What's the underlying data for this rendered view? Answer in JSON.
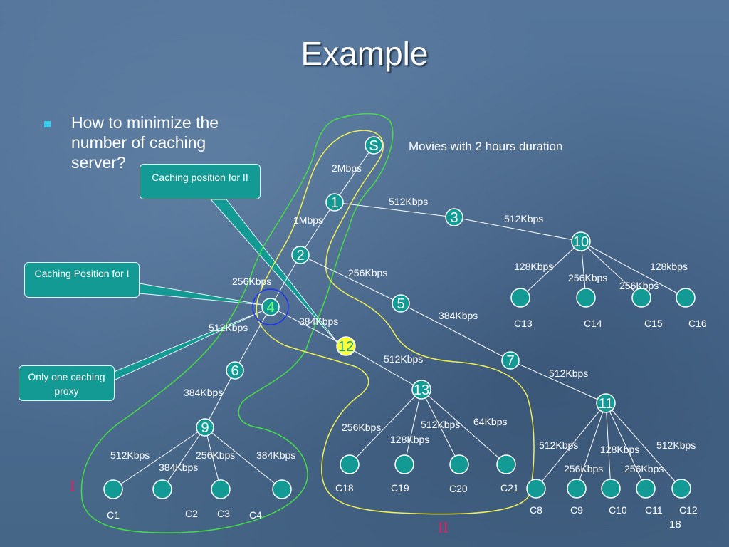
{
  "title": "Example",
  "bullet": "How to minimize the number of caching server?",
  "note": "Movies with 2 hours duration",
  "slide_number": "18",
  "groups": {
    "one": "I",
    "two": "II"
  },
  "callouts": {
    "position_ii": "Caching position for II",
    "position_i": "Caching Position for I",
    "one_proxy": "Only one caching proxy"
  },
  "colors": {
    "node_fill": "#149a94",
    "highlight_node": "#ffff33",
    "group_one_outline": "#44dd44",
    "group_two_outline": "#eeee55",
    "ring": "#2233ee",
    "callout": "#149a94"
  },
  "nodes": {
    "S": "S",
    "n1": "1",
    "n2": "2",
    "n3": "3",
    "n4": "4",
    "n5": "5",
    "n6": "6",
    "n7": "7",
    "n9": "9",
    "n10": "10",
    "n11": "11",
    "n12": "12",
    "n13": "13"
  },
  "clients": {
    "C1": "C1",
    "C2": "C2",
    "C3": "C3",
    "C4": "C4",
    "C8": "C8",
    "C9": "C9",
    "C10": "C10",
    "C11": "C11",
    "C12": "C12",
    "C13": "C13",
    "C14": "C14",
    "C15": "C15",
    "C16": "C16",
    "C18": "C18",
    "C19": "C19",
    "C20": "C20",
    "C21": "C21"
  },
  "links": {
    "s_1": "2Mbps",
    "n1_n2": "1Mbps",
    "n1_n3": "512Kbps",
    "n3_n10": "512Kbps",
    "n10_c13": "128Kbps",
    "n10_c14": "256Kbps",
    "n10_c15": "256Kbps",
    "n10_c16": "128kbps",
    "n2_n4": "256Kbps",
    "n2_n5": "256Kbps",
    "n5_n7": "384Kbps",
    "n4_n12": "384Kbps",
    "n4_n6": "512Kbps",
    "n12_n13": "512Kbps",
    "n7_n11": "512Kbps",
    "n6_n9": "384Kbps",
    "n9_c1": "512Kbps",
    "n9_c2": "384Kbps",
    "n9_c3": "256Kbps",
    "n9_c4": "384Kbps",
    "n13_c18": "256Kbps",
    "n13_c19": "128Kbps",
    "n13_c20": "512Kbps",
    "n13_c21": "64Kbps",
    "n11_c8": "512Kbps",
    "n11_c9": "256Kbps",
    "n11_c10": "128Kbps",
    "n11_c11": "256Kbps",
    "n11_c12": "512Kbps"
  }
}
